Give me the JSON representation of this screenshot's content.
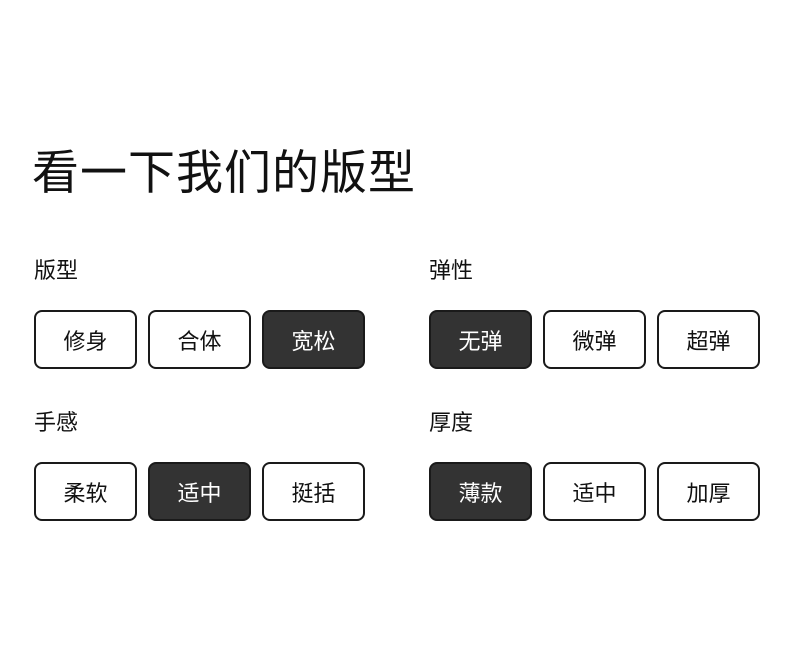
{
  "title": "看一下我们的版型",
  "colors": {
    "selected_bg": "#333333",
    "border": "#1a1a1a",
    "text": "#111111"
  },
  "groups": {
    "fit": {
      "label": "版型",
      "options": [
        "修身",
        "合体",
        "宽松"
      ],
      "selected": "宽松"
    },
    "elasticity": {
      "label": "弹性",
      "options": [
        "无弹",
        "微弹",
        "超弹"
      ],
      "selected": "无弹"
    },
    "feel": {
      "label": "手感",
      "options": [
        "柔软",
        "适中",
        "挺括"
      ],
      "selected": "适中"
    },
    "thickness": {
      "label": "厚度",
      "options": [
        "薄款",
        "适中",
        "加厚"
      ],
      "selected": "薄款"
    }
  }
}
